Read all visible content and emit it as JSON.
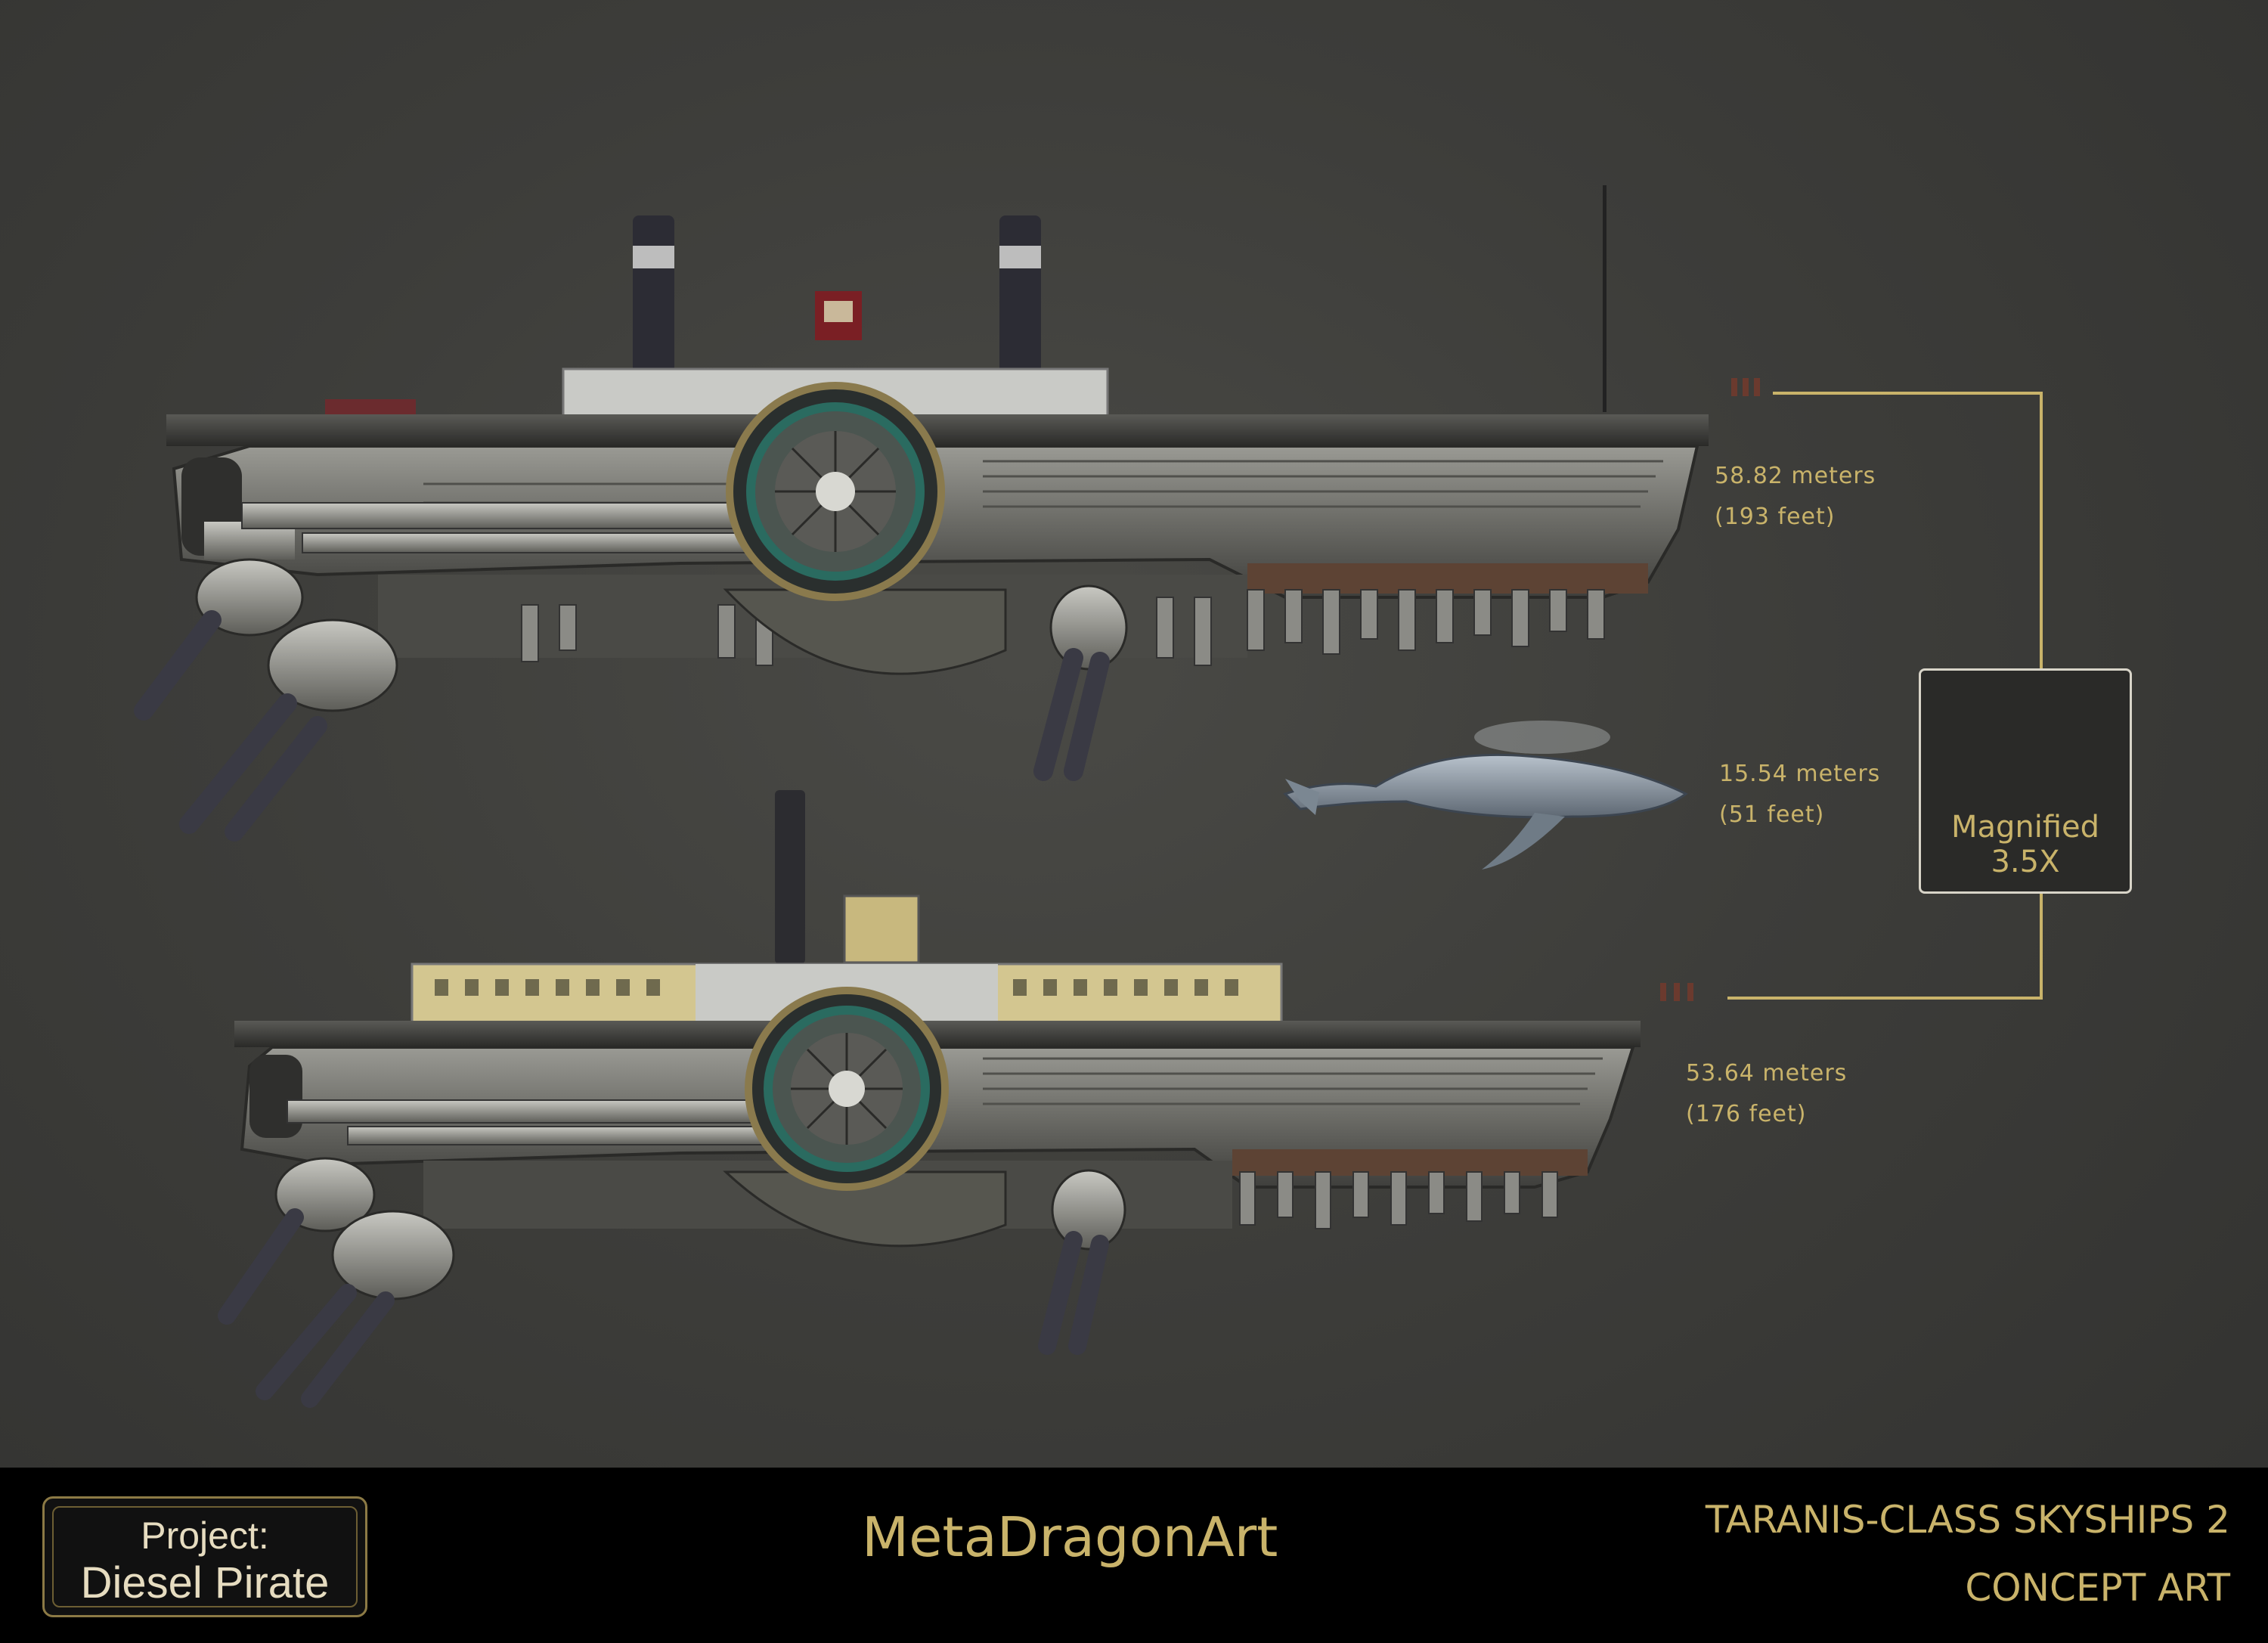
{
  "measurements": {
    "ship_large": {
      "meters": "58.82 meters",
      "feet": "(193 feet)"
    },
    "whale": {
      "meters": "15.54 meters",
      "feet": "(51 feet)"
    },
    "ship_small": {
      "meters": "53.64 meters",
      "feet": "(176 feet)"
    }
  },
  "magnified_label": "Magnified 3.5X",
  "footer": {
    "logo_line1": "Project:",
    "logo_line2": "Diesel Pirate",
    "brand": "MetaDragonArt",
    "title_line1": "TARANIS-CLASS SKYSHIPS 2",
    "title_line2": "CONCEPT ART"
  },
  "colors": {
    "accent_gold": "#c9b36a",
    "background": "#3d3d3a",
    "footer": "#000000"
  }
}
